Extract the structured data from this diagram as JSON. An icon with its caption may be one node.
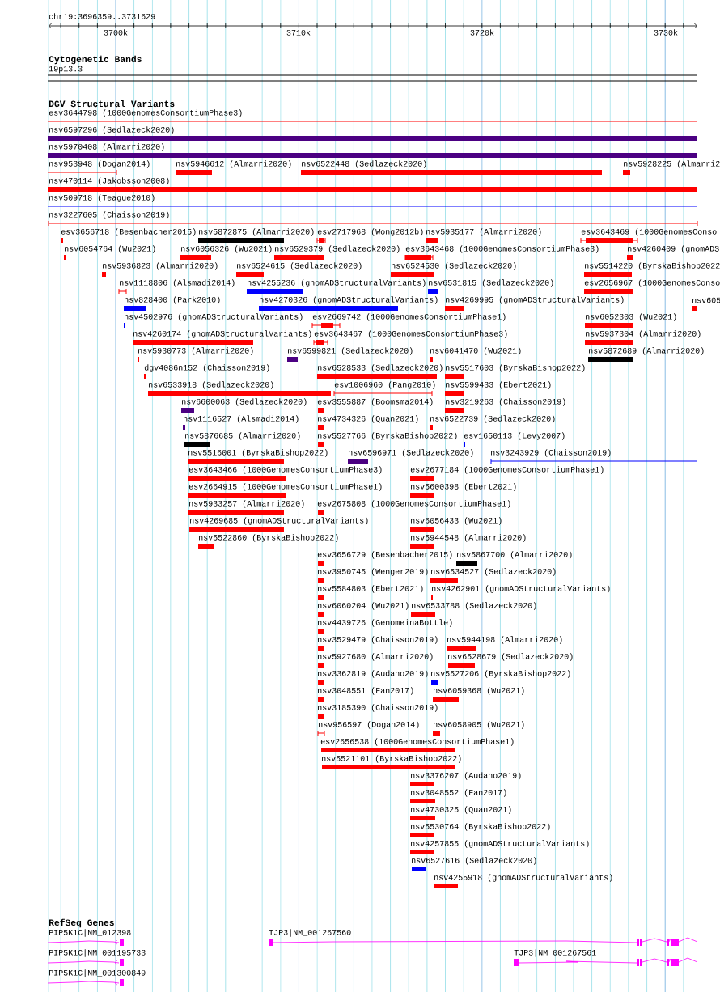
{
  "diagram": {
    "labels": [
      "chr19:3696359..3731629",
      "3700k",
      "3710k",
      "3720k",
      "3730k",
      "Cytogenetic Bands",
      "19p13.3",
      "DGV Structural Variants",
      "esv3644798 (1000GenomesConsortiumPhase3)",
      "nsv6597296 (Sedlazeck2020)",
      "nsv5970408 (Almarri2020)",
      "nsv953948 (Dogan2014)",
      "nsv5946612 (Almarri2020)",
      "nsv6522448 (Sedlazeck2020)",
      "nsv5928225 (Almarri2",
      "nsv470114 (Jakobsson2008)",
      "nsv509718 (Teague2010)",
      "nsv3227605 (Chaisson2019)",
      "esv3656718 (Besenbacher2015)",
      "nsv5872875 (Almarri2020)",
      "esv2717968 (Wong2012b)",
      "nsv5935177 (Almarri2020)",
      "esv3643469 (1000GenomesConso",
      "nsv6054764 (Wu2021)",
      "nsv6056326 (Wu2021)",
      "nsv6529379 (Sedlazeck2020)",
      "esv3643468 (1000GenomesConsortiumPhase3)",
      "nsv4260409 (gnomADS",
      "nsv5936823 (Almarri2020)",
      "nsv6524615 (Sedlazeck2020)",
      "nsv6524530 (Sedlazeck2020)",
      "nsv5514220 (ByrskaBishop2022",
      "nsv1118806 (Alsmadi2014)",
      "nsv4255236 (gnomADStructuralVariants)",
      "nsv6531815 (Sedlazeck2020)",
      "esv2656967 (1000GenomesConso",
      "nsv828400 (Park2010)",
      "nsv4270326 (gnomADStructuralVariants)",
      "nsv4269995 (gnomADStructuralVariants)",
      "nsv605",
      "nsv4502976 (gnomADStructuralVariants)",
      "esv2669742 (1000GenomesConsortiumPhase1)",
      "nsv6052303 (Wu2021)",
      "nsv4260174 (gnomADStructuralVariants)",
      "esv3643467 (1000GenomesConsortiumPhase3)",
      "nsv5937304 (Almarri2020)",
      "nsv5930773 (Almarri2020)",
      "nsv6599821 (Sedlazeck2020)",
      "nsv6041470 (Wu2021)",
      "nsv5872689 (Almarri2020)",
      "dgv4086n152 (Chaisson2019)",
      "nsv6528533 (Sedlazeck2020)",
      "nsv5517603 (ByrskaBishop2022)",
      "nsv6533918 (Sedlazeck2020)",
      "esv1006960 (Pang2010)",
      "nsv5599433 (Ebert2021)",
      "nsv6600063 (Sedlazeck2020)",
      "esv3555887 (Boomsma2014)",
      "nsv3219263 (Chaisson2019)",
      "nsv1116527 (Alsmadi2014)",
      "nsv4734326 (Quan2021)",
      "nsv6522739 (Sedlazeck2020)",
      "nsv5876685 (Almarri2020)",
      "nsv5527766 (ByrskaBishop2022)",
      "esv1650113 (Levy2007)",
      "nsv5516001 (ByrskaBishop2022)",
      "nsv6596971 (Sedlazeck2020)",
      "nsv3243929 (Chaisson2019)",
      "esv3643466 (1000GenomesConsortiumPhase3)",
      "esv2677184 (1000GenomesConsortiumPhase1)",
      "esv2664915 (1000GenomesConsortiumPhase1)",
      "nsv5600398 (Ebert2021)",
      "nsv5933257 (Almarri2020)",
      "esv2675808 (1000GenomesConsortiumPhase1)",
      "nsv4269685 (gnomADStructuralVariants)",
      "nsv6056433 (Wu2021)",
      "nsv5522860 (ByrskaBishop2022)",
      "nsv5944548 (Almarri2020)",
      "esv3656729 (Besenbacher2015)",
      "nsv5867700 (Almarri2020)",
      "nsv3950745 (Wenger2019)",
      "nsv6534527 (Sedlazeck2020)",
      "nsv5584803 (Ebert2021)",
      "nsv4262901 (gnomADStructuralVariants)",
      "nsv6060204 (Wu2021)",
      "nsv6533788 (Sedlazeck2020)",
      "nsv4439726 (GenomeinaBottle)",
      "nsv3529479 (Chaisson2019)",
      "nsv5944198 (Almarri2020)",
      "nsv5927680 (Almarri2020)",
      "nsv6528679 (Sedlazeck2020)",
      "nsv3362819 (Audano2019)",
      "nsv5527206 (ByrskaBishop2022)",
      "nsv3048551 (Fan2017)",
      "nsv6059368 (Wu2021)",
      "nsv3185390 (Chaisson2019)",
      "nsv956597 (Dogan2014)",
      "nsv6058905 (Wu2021)",
      "esv2656538 (1000GenomesConsortiumPhase1)",
      "nsv5521101 (ByrskaBishop2022)",
      "nsv3376207 (Audano2019)",
      "nsv3048552 (Fan2017)",
      "nsv4730325 (Quan2021)",
      "nsv5530764 (ByrskaBishop2022)",
      "nsv4257855 (gnomADStructuralVariants)",
      "nsv6527616 (Sedlazeck2020)",
      "nsv4255918 (gnomADStructuralVariants)",
      "RefSeq Genes",
      "PIP5K1C|NM_012398",
      "TJP3|NM_001267560",
      "PIP5K1C|NM_001195733",
      "TJP3|NM_001267561",
      "PIP5K1C|NM_001300849"
    ]
  }
}
